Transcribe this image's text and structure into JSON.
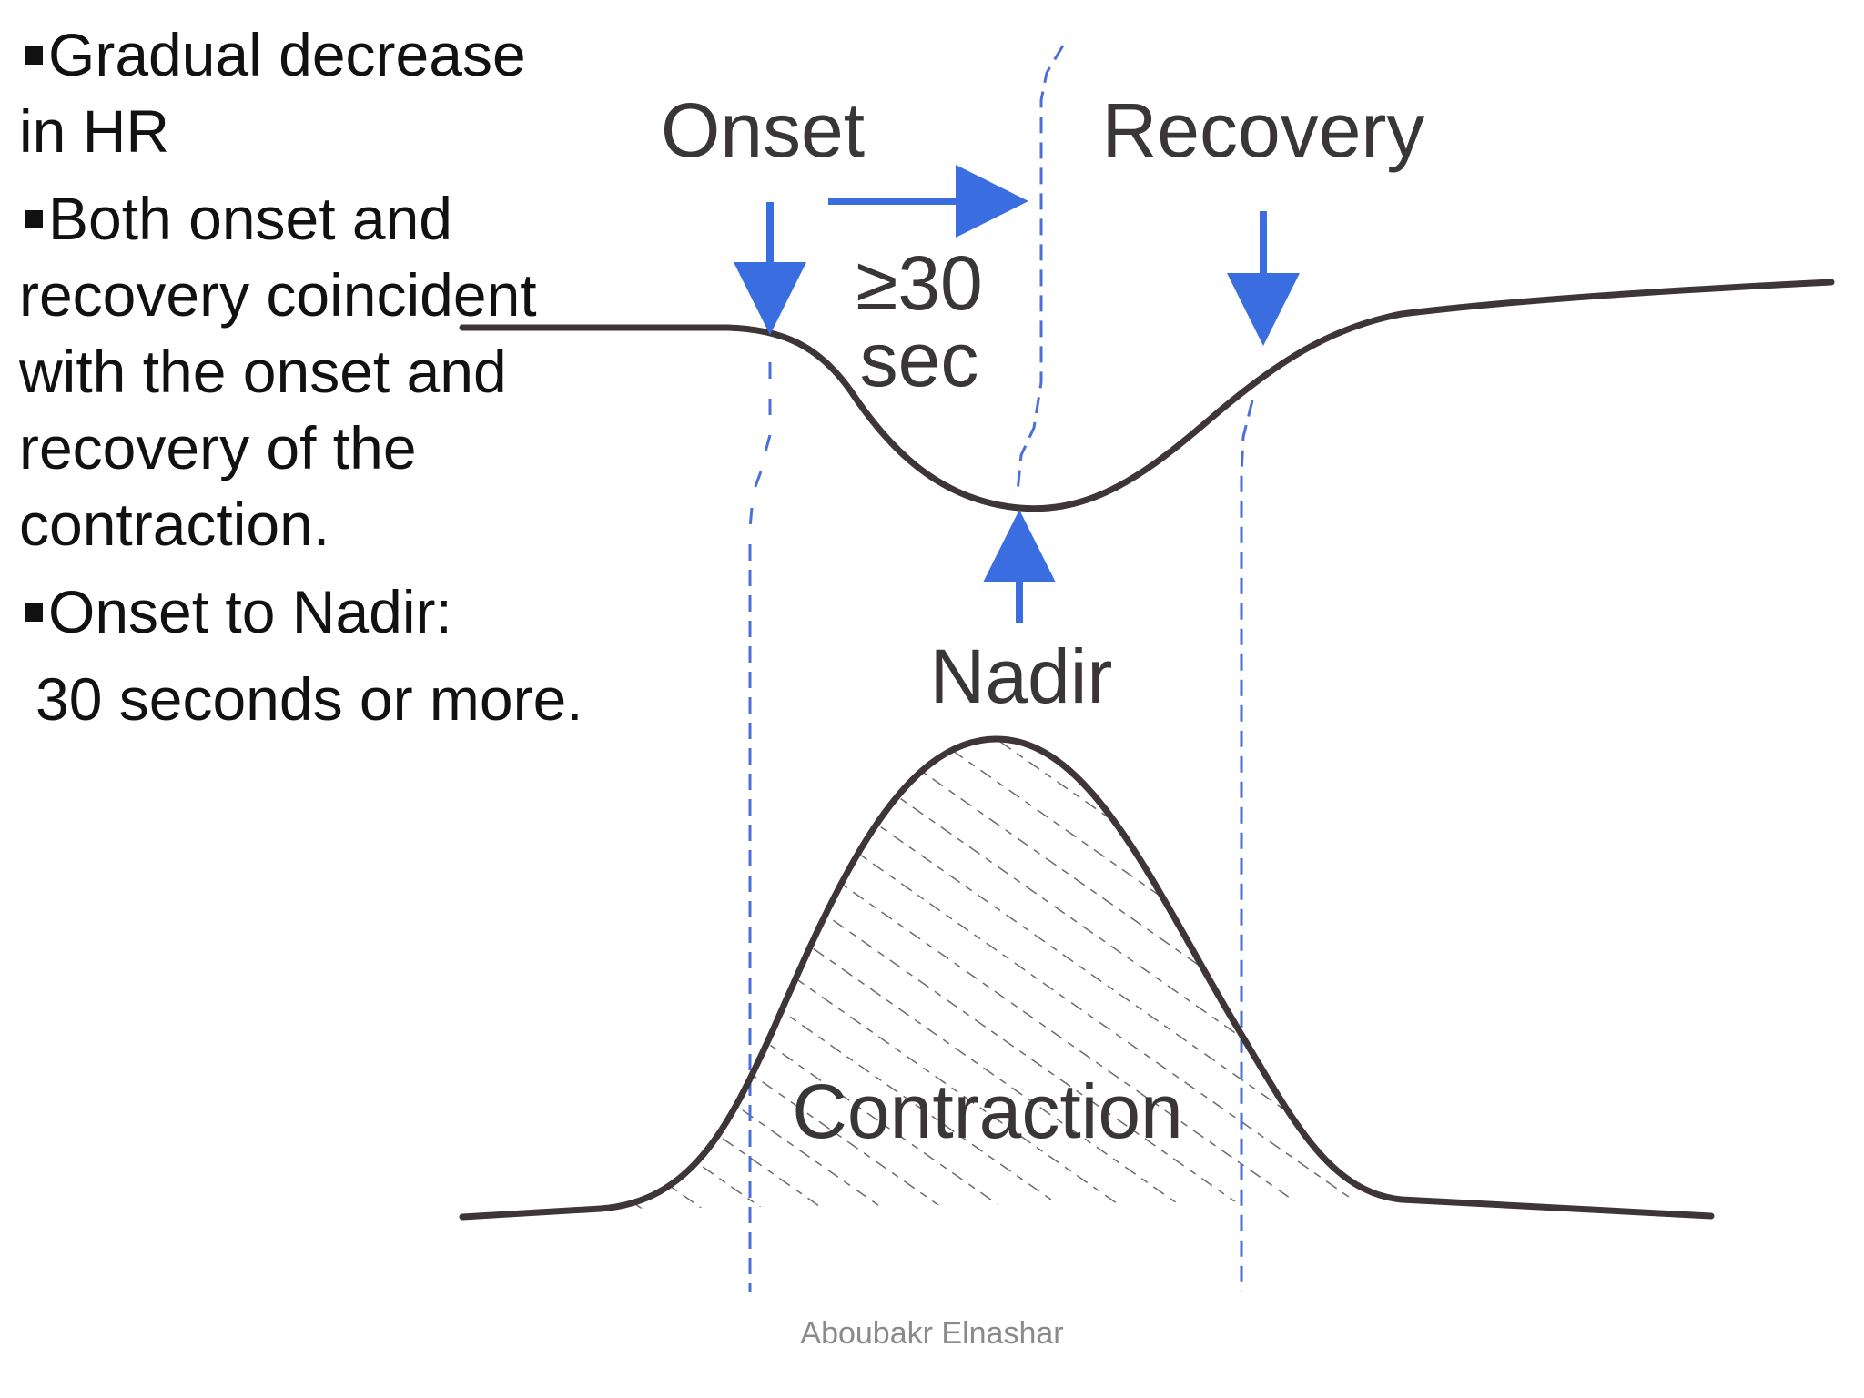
{
  "bullets": [
    {
      "text": "Gradual decrease in HR",
      "lines": [
        "Gradual decrease",
        "in HR"
      ]
    },
    {
      "text": "Both onset and recovery coincident with the onset and recovery of the contraction.",
      "lines": [
        "Both onset and",
        "recovery coincident",
        "with the onset and",
        "recovery of the",
        "contraction."
      ]
    },
    {
      "text": "Onset to Nadir:",
      "lines": [
        "Onset to Nadir:"
      ]
    }
  ],
  "bullet_continuation": "30 seconds or more.",
  "diagram": {
    "labels": {
      "onset": "Onset",
      "recovery": "Recovery",
      "duration_line1": "≥30",
      "duration_line2": "sec",
      "nadir": "Nadir",
      "contraction": "Contraction"
    },
    "colors": {
      "arrow": "#3a6ee0",
      "curve": "#3d3536",
      "guide": "#4a6fd8",
      "hatch": "#6a6a6a"
    }
  },
  "credit": "Aboubakr Elnashar"
}
